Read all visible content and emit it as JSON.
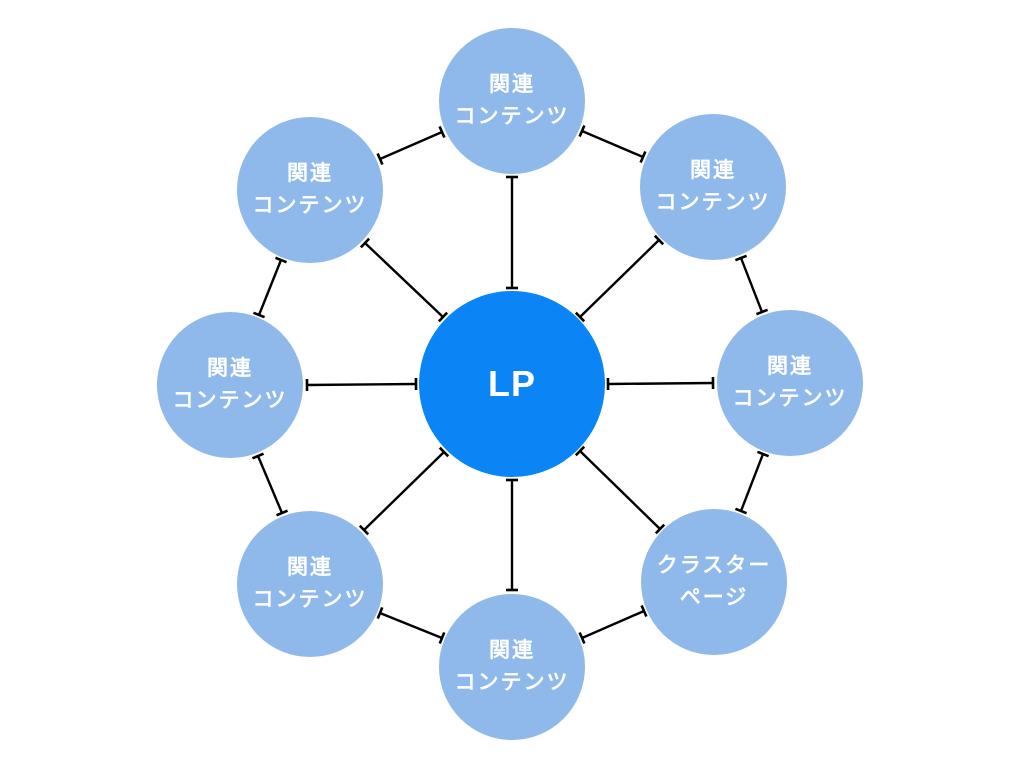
{
  "diagram": {
    "center_node": {
      "id": "lp",
      "label": "LP"
    },
    "nodes": [
      {
        "id": "top",
        "label": "関連\nコンテンツ"
      },
      {
        "id": "top-right",
        "label": "関連\nコンテンツ"
      },
      {
        "id": "right",
        "label": "関連\nコンテンツ"
      },
      {
        "id": "bottom-right",
        "label": "クラスター\nページ"
      },
      {
        "id": "bottom",
        "label": "関連\nコンテンツ"
      },
      {
        "id": "bottom-left",
        "label": "関連\nコンテンツ"
      },
      {
        "id": "left",
        "label": "関連\nコンテンツ"
      },
      {
        "id": "top-left",
        "label": "関連\nコンテンツ"
      }
    ],
    "edges": [
      {
        "from": "lp",
        "to": "top",
        "style": "tee-both-ends"
      },
      {
        "from": "lp",
        "to": "top-right",
        "style": "tee-both-ends"
      },
      {
        "from": "lp",
        "to": "right",
        "style": "tee-both-ends"
      },
      {
        "from": "lp",
        "to": "bottom-right",
        "style": "tee-both-ends"
      },
      {
        "from": "lp",
        "to": "bottom",
        "style": "tee-both-ends"
      },
      {
        "from": "lp",
        "to": "bottom-left",
        "style": "tee-both-ends"
      },
      {
        "from": "lp",
        "to": "left",
        "style": "tee-both-ends"
      },
      {
        "from": "lp",
        "to": "top-left",
        "style": "tee-both-ends"
      },
      {
        "from": "top",
        "to": "top-right",
        "style": "tee-both-ends"
      },
      {
        "from": "top-right",
        "to": "right",
        "style": "tee-both-ends"
      },
      {
        "from": "right",
        "to": "bottom-right",
        "style": "tee-both-ends"
      },
      {
        "from": "bottom-right",
        "to": "bottom",
        "style": "tee-both-ends"
      },
      {
        "from": "bottom",
        "to": "bottom-left",
        "style": "tee-both-ends"
      },
      {
        "from": "bottom-left",
        "to": "left",
        "style": "tee-both-ends"
      },
      {
        "from": "left",
        "to": "top-left",
        "style": "tee-both-ends"
      },
      {
        "from": "top-left",
        "to": "top",
        "style": "tee-both-ends"
      }
    ],
    "colors": {
      "center_fill": "#0b85f6",
      "satellite_fill": "#8fb8eb",
      "connector": "#000000",
      "label_text": "#ffffff",
      "background": "#ffffff"
    }
  }
}
